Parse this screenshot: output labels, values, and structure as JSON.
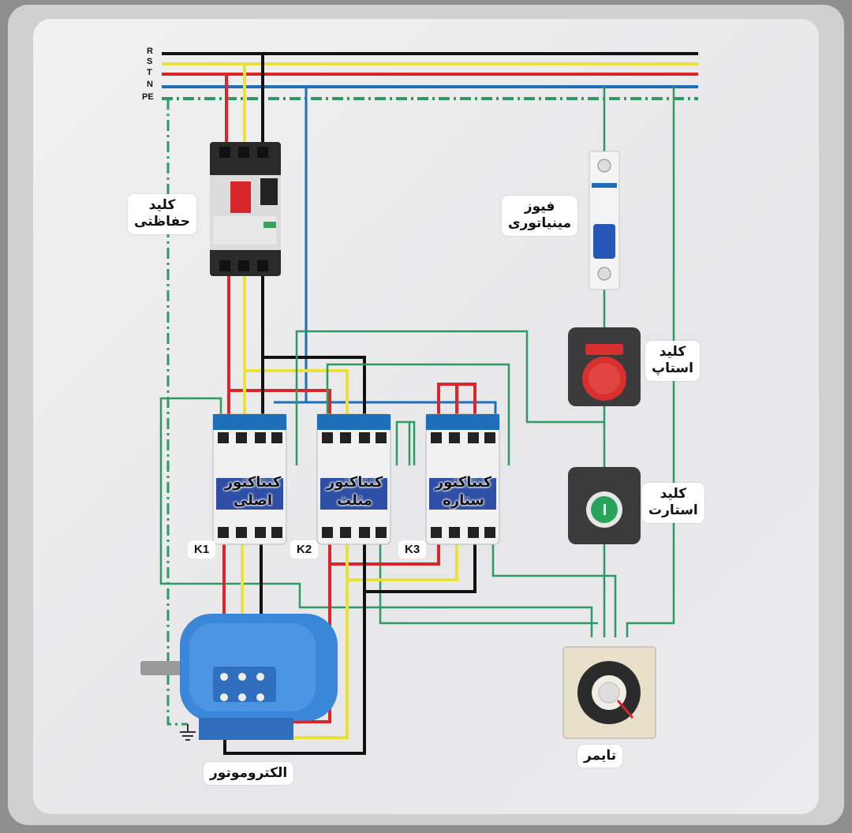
{
  "bus_labels": [
    "R",
    "S",
    "T",
    "N",
    "PE"
  ],
  "labels": {
    "protective_switch": [
      "کلید",
      "حفاظتی"
    ],
    "miniature_fuse": [
      "فیوز",
      "مینیاتوری"
    ],
    "stop_switch": [
      "کلید",
      "استاپ"
    ],
    "start_switch": [
      "کلید",
      "استارت"
    ],
    "timer": "تایمر",
    "motor": "الکتروموتور"
  },
  "contactors": [
    {
      "id": "K1",
      "name": [
        "کنتاکتور",
        "اصلی"
      ]
    },
    {
      "id": "K2",
      "name": [
        "کنتاکتور",
        "مثلث"
      ]
    },
    {
      "id": "K3",
      "name": [
        "کنتاکتور",
        "ستاره"
      ]
    }
  ],
  "colors": {
    "R": "#111111",
    "S": "#e8e23a",
    "T": "#d9262b",
    "N": "#1f6fb8",
    "PE": "#2e9a63",
    "control": "#2e9a63",
    "motor": "#3a86d9",
    "stop_button": "#d8302e",
    "start_button": "#2aa35a"
  },
  "icons": [
    "breaker-icon",
    "mcb-icon",
    "stop-button-icon",
    "start-button-icon",
    "timer-icon",
    "motor-icon",
    "ground-icon",
    "contactor-icon"
  ]
}
